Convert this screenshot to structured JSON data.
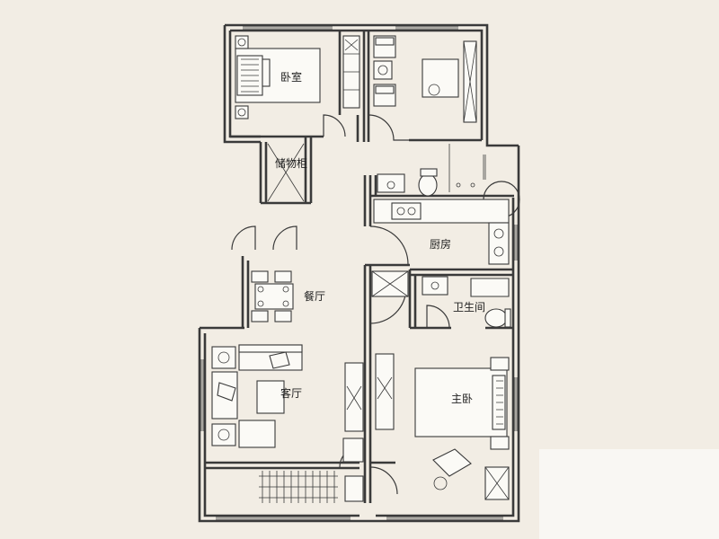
{
  "plan": {
    "rooms": [
      {
        "id": "bedroom",
        "label": "卧室"
      },
      {
        "id": "storage",
        "label": "储物柜"
      },
      {
        "id": "kitchen",
        "label": "厨房"
      },
      {
        "id": "dining",
        "label": "餐厅"
      },
      {
        "id": "bathroom",
        "label": "卫生间"
      },
      {
        "id": "living",
        "label": "客厅"
      },
      {
        "id": "master",
        "label": "主卧"
      }
    ]
  },
  "colors": {
    "background": "#f2ede4",
    "line": "#3a3a3a",
    "furniture": "#fbfaf6"
  }
}
